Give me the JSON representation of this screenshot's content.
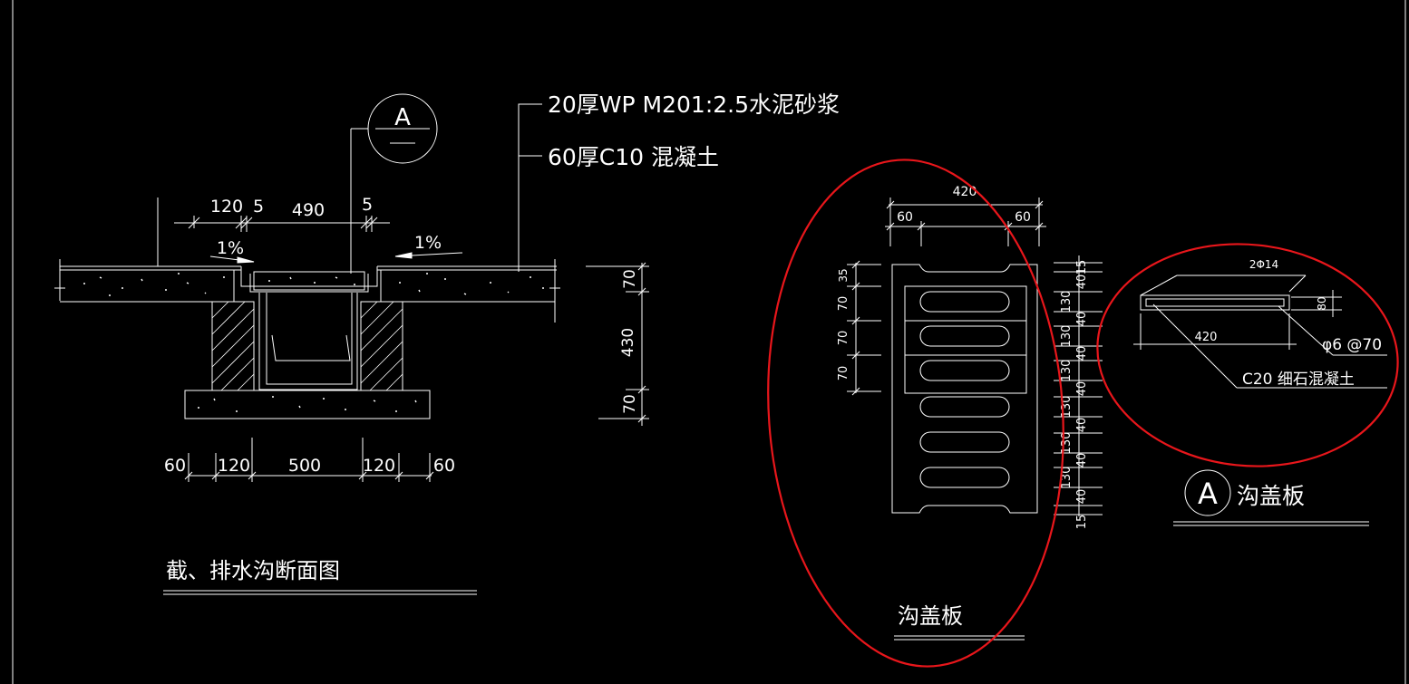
{
  "section": {
    "callout_symbol": "A",
    "layer1_label": "20厚WP  M201:2.5水泥砂浆",
    "layer2_label": "60厚C10 混凝土",
    "top_dims": [
      "120",
      "5",
      "490",
      "5"
    ],
    "slope_left": "1%",
    "slope_right": "1%",
    "bottom_dims": [
      "60",
      "120",
      "500",
      "120",
      "60"
    ],
    "height_dims": [
      "70",
      "430",
      "70"
    ],
    "title": "截、排水沟断面图"
  },
  "cover_plan": {
    "width_dim": "420",
    "edge_dims": [
      "60",
      "60"
    ],
    "left_dims": [
      "35",
      "70",
      "70",
      "70"
    ],
    "right_dims": [
      "15",
      "40",
      "130",
      "40",
      "130",
      "40",
      "130",
      "40",
      "130",
      "40",
      "130",
      "40",
      "15"
    ],
    "title": "沟盖板"
  },
  "detail_a": {
    "rebar_top": "2Φ14",
    "thickness": "80",
    "width": "420",
    "stirrup": "φ6 @70",
    "concrete": "C20 细石混凝土",
    "title_symbol": "A",
    "title": "沟盖板"
  },
  "colors": {
    "background": "#000000",
    "lines": "#ffffff",
    "markup": "#e8161b"
  }
}
